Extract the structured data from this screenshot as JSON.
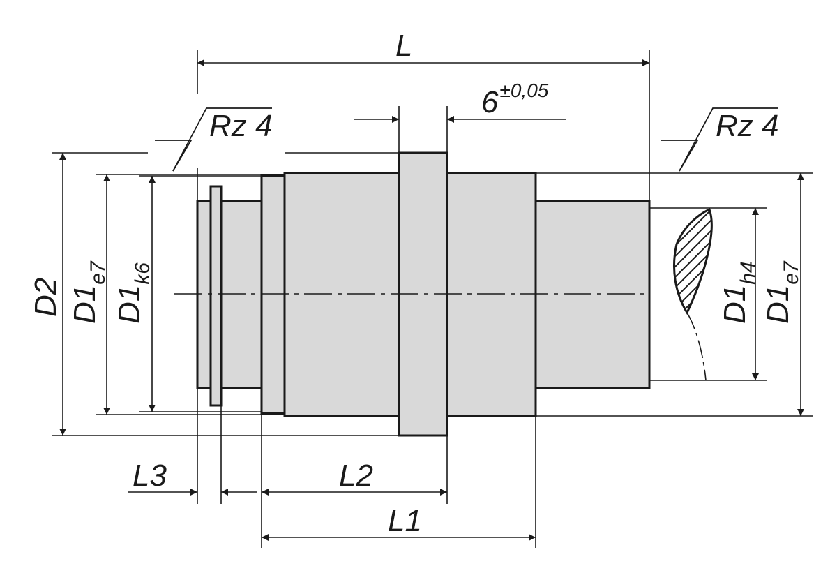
{
  "labels": {
    "L": "L",
    "flange_width": "6",
    "flange_tolerance": "±0,05",
    "roughness_left": "Rz 4",
    "roughness_right": "Rz 4",
    "D2": "D2",
    "D1_e7_left_main": "D1",
    "D1_e7_left_sub": "e7",
    "D1_k6_main": "D1",
    "D1_k6_sub": "k6",
    "D1_h4_main": "D1",
    "D1_h4_sub": "h4",
    "D1_e7_right_main": "D1",
    "D1_e7_right_sub": "e7",
    "L1": "L1",
    "L2": "L2",
    "L3": "L3"
  },
  "colors": {
    "part_fill": "#d9d9d9",
    "line": "#1a1a1a",
    "background": "#ffffff"
  }
}
